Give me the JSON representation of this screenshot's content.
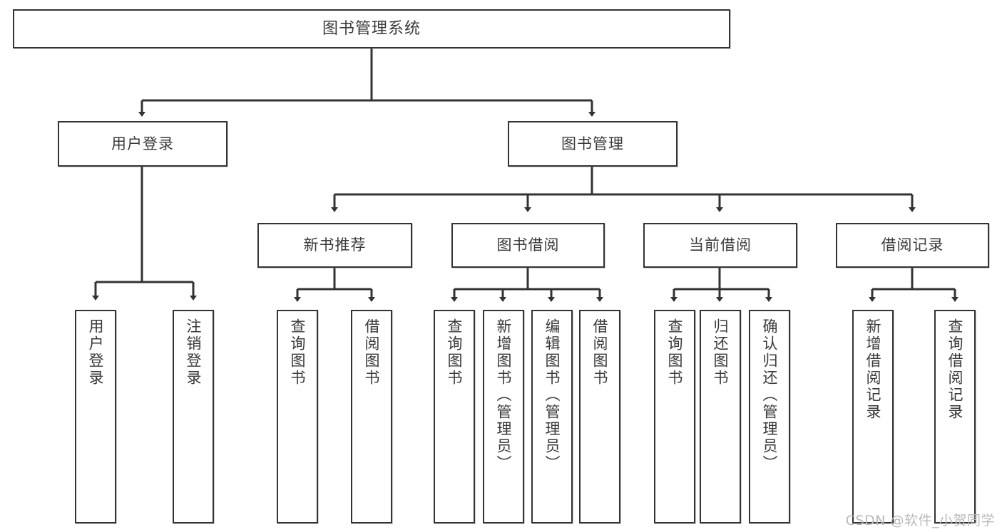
{
  "diagram": {
    "title": "图书管理系统",
    "watermark": "CSDN @软件_小贺同学",
    "line_color": "#333333",
    "box_fill": "#ffffff",
    "text_color": "#3a3a3a"
  },
  "nodes": {
    "root": {
      "label": "图书管理系统"
    },
    "level1": [
      {
        "label": "用户登录"
      },
      {
        "label": "图书管理"
      }
    ],
    "level2": [
      {
        "label": "新书推荐"
      },
      {
        "label": "图书借阅"
      },
      {
        "label": "当前借阅"
      },
      {
        "label": "借阅记录"
      }
    ],
    "leaves": {
      "user_login": [
        {
          "label": "用户登录"
        },
        {
          "label": "注销登录"
        }
      ],
      "new_book": [
        {
          "label": "查询图书"
        },
        {
          "label": "借阅图书"
        }
      ],
      "book_borrow": [
        {
          "label": "查询图书"
        },
        {
          "label": "新增图书（管理员）"
        },
        {
          "label": "编辑图书（管理员）"
        },
        {
          "label": "借阅图书"
        }
      ],
      "current_borrow": [
        {
          "label": "查询图书"
        },
        {
          "label": "归还图书"
        },
        {
          "label": "确认归还（管理员）"
        }
      ],
      "borrow_record": [
        {
          "label": "新增借阅记录"
        },
        {
          "label": "查询借阅记录"
        }
      ]
    }
  }
}
